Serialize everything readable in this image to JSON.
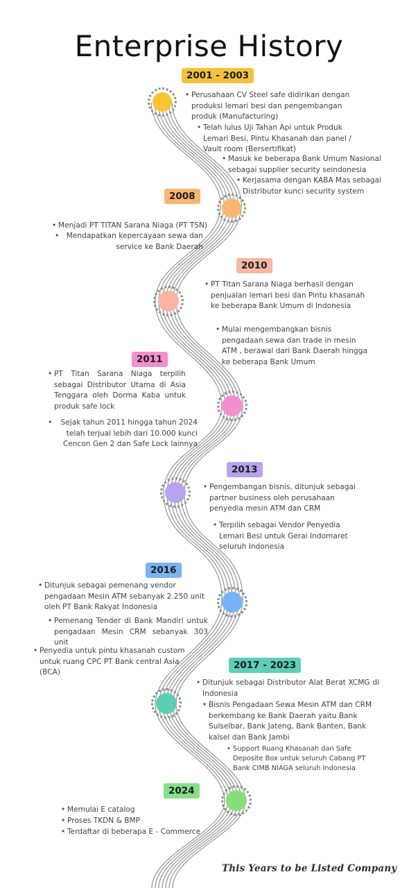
{
  "title": "Enterprise History",
  "footer": "This Years to be Listed Company",
  "years": [
    {
      "label": "2001 - 2003",
      "color": "#f7c23b",
      "dot": "#f8c431",
      "items": [
        "Perusahaan CV Steel safe didirikan dengan produksi lemari besi dan pengembangan produk (Manufacturing)",
        "Telah lulus Uji Tahan Api untuk Produk Lemari Besi, Pintu Khasanah dan panel / Vault room (Bersertifikat)",
        "Masuk ke beberapa Bank Umum Nasional sebagai supplier security seindonesia",
        "Kerjasama dengan KABA Mas sebagai Distributor kunci security system"
      ]
    },
    {
      "label": "2008",
      "color": "#f9b570",
      "dot": "#f9b572",
      "items": [
        "Menjadi PT TITAN Sarana Niaga (PT TSN)",
        "Mendapatkan kepercayaan sewa dan service ke Bank Daerah"
      ]
    },
    {
      "label": "2010",
      "color": "#f8b7a3",
      "dot": "#f8b5a0",
      "items": [
        "PT Titan Sarana Niaga berhasil dengan penjualan lemari besi dan Pintu khasanah ke beberapa Bank Umum di Indonesia",
        "Mulai mengembangkan bisnis pengadaan sewa dan trade in mesin ATM , berawal dari Bank Daerah hingga ke beberapa Bank Umum"
      ]
    },
    {
      "label": "2011",
      "color": "#f48fd0",
      "dot": "#f48fce",
      "items": [
        "PT Titan Sarana Niaga terpilih sebagai Distributor Utama di Asia Tenggara oleh Dorma Kaba untuk produk safe lock",
        "Sejak tahun 2011 hingga tahun 2024 telah terjual lebih dari 10.000 kunci Cencon Gen 2 dan Safe Lock lainnya"
      ]
    },
    {
      "label": "2013",
      "color": "#b9a2ef",
      "dot": "#b9a2ef",
      "items": [
        "Pengembangan bisnis, ditunjuk sebagai partner business oleh perusahaan penyedia mesin ATM dan CRM",
        "Terpilih sebagai Vendor Penyedia Lemari Besi untuk Gerai Indomaret seluruh Indonesia"
      ]
    },
    {
      "label": "2016",
      "color": "#7bb3f2",
      "dot": "#78b3f5",
      "items": [
        "Ditunjuk sebagai pemenang vendor pengadaan Mesin ATM sebanyak 2.250 unit oleh PT Bank Rakyat Indonesia",
        "Pemenang Tender di Bank Mandiri untuk pengadaan Mesin CRM sebanyak 303 unit",
        "Penyedia untuk pintu khasanah custom untuk ruang CPC PT Bank central Asia (BCA)"
      ]
    },
    {
      "label": "2017 - 2023",
      "color": "#5dcfb8",
      "dot": "#5bcfb4",
      "items": [
        "Ditunjuk sebagai Distributor Alat Berat XCMG di Indonesia",
        "Bisnis Pengadaan Sewa Mesin ATM dan CRM berkembang ke Bank Daerah yaitu Bank Sulselbar, Bank Jateng, Bank Banten, Bank kalsel dan Bank Jambi",
        "Support Ruang Khasanah dan Safe Deposite Box untuk seluruh Cabang PT Bank CIMB NIAGA seluruh Indonesia"
      ]
    },
    {
      "label": "2024",
      "color": "#86e08a",
      "dot": "#86e07a",
      "items": [
        "Memulai E catalog",
        "Proses TKDN & BMP",
        "Terdaftar di beberapa E - Commerce"
      ]
    }
  ]
}
